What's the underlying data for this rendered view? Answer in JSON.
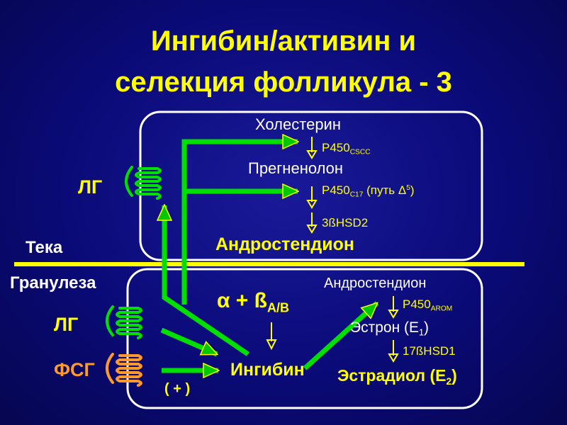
{
  "title": {
    "line1": "Ингибин/активин и",
    "line2": "селекция фолликула - 3"
  },
  "theca": {
    "zone_label": "Тека",
    "lh_label": "ЛГ",
    "cholesterol": "Холестерин",
    "p450scc": "P450",
    "p450scc_sub": "CSCC",
    "pregnenolone": "Прегненолон",
    "p450c17": "P450",
    "p450c17_sub": "C17",
    "p450c17_note": " (путь Δ",
    "p450c17_sup": "5",
    "p450c17_close": ")",
    "hsd": "3ßHSD2",
    "androstenedione": "Андростендион"
  },
  "granulosa": {
    "zone_label": "Гранулеза",
    "lh_label": "ЛГ",
    "fsh_label": "ФСГ",
    "androstenedione": "Андростендион",
    "p450arom": "P450",
    "p450arom_sub": "AROM",
    "estrone": "Эстрон (E",
    "estrone_sub": "1",
    "estrone_close": ")",
    "hsd": "17ßHSD1",
    "estradiol": "Эстрадиол (E",
    "estradiol_sub": "2",
    "estradiol_close": ")",
    "alpha_beta": "α + ß",
    "alpha_beta_sub": "A/B",
    "inhibin": "Ингибин",
    "plus": "( + )"
  },
  "colors": {
    "background": "#0a0a78",
    "title": "#ffff00",
    "arrow_green": "#00e000",
    "enzyme_yellow": "#ffff00",
    "fsh_orange": "#ff9a2a",
    "box_border": "#ffffff"
  }
}
